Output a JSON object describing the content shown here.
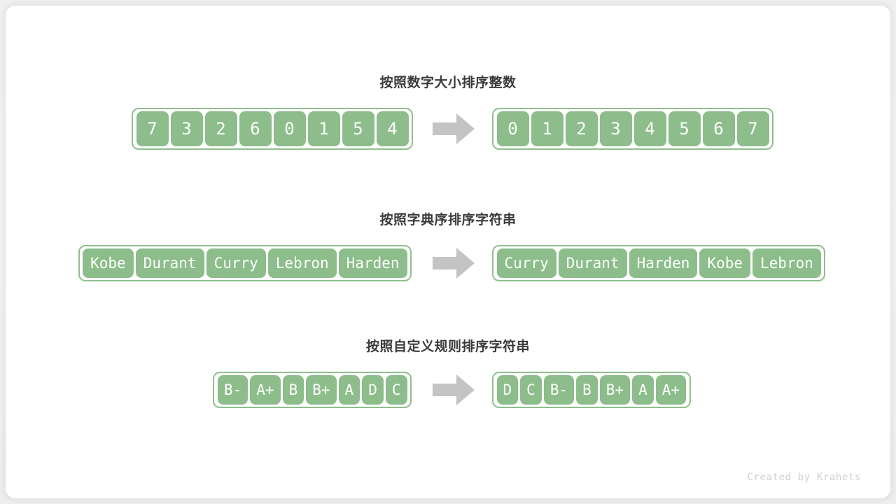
{
  "footer": {
    "credit": "Created by Krahets"
  },
  "colors": {
    "cell_fill": "#8cbd8a",
    "cell_text": "#ffffff",
    "group_border": "#8fbf8d",
    "arrow_fill": "#c4c4c4",
    "title_text": "#3b3b3b",
    "card_background": "#ffffff",
    "page_background": "#efefef",
    "footer_text": "#cfcfcf"
  },
  "sections": [
    {
      "title": "按照数字大小排序整数",
      "kind": "num",
      "arrow_icon": "arrow-right-icon",
      "input": [
        "7",
        "3",
        "2",
        "6",
        "0",
        "1",
        "5",
        "4"
      ],
      "output": [
        "0",
        "1",
        "2",
        "3",
        "4",
        "5",
        "6",
        "7"
      ]
    },
    {
      "title": "按照字典序排序字符串",
      "kind": "str",
      "arrow_icon": "arrow-right-icon",
      "input": [
        "Kobe",
        "Durant",
        "Curry",
        "Lebron",
        "Harden"
      ],
      "output": [
        "Curry",
        "Durant",
        "Harden",
        "Kobe",
        "Lebron"
      ]
    },
    {
      "title": "按照自定义规则排序字符串",
      "kind": "grade",
      "arrow_icon": "arrow-right-icon",
      "input": [
        "B-",
        "A+",
        "B",
        "B+",
        "A",
        "D",
        "C"
      ],
      "output": [
        "D",
        "C",
        "B-",
        "B",
        "B+",
        "A",
        "A+"
      ]
    }
  ]
}
